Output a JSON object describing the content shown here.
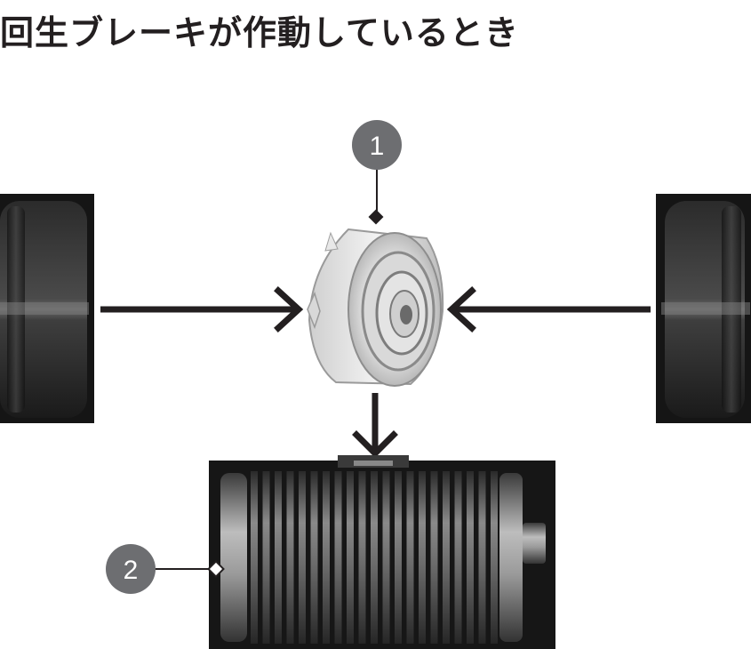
{
  "title": "回生ブレーキが作動しているとき",
  "callouts": [
    {
      "number": "1"
    },
    {
      "number": "2"
    }
  ],
  "colors": {
    "text": "#231f20",
    "arrow": "#231f20",
    "callout_bg": "#6d6e71",
    "wheel_dark": "#1a1a1a",
    "motor_light": "#e6e6e6",
    "battery_dark": "#161616"
  },
  "icons": {
    "left_wheel": "wheel-icon",
    "right_wheel": "wheel-icon",
    "center": "motor-generator-icon",
    "bottom": "battery-icon"
  }
}
